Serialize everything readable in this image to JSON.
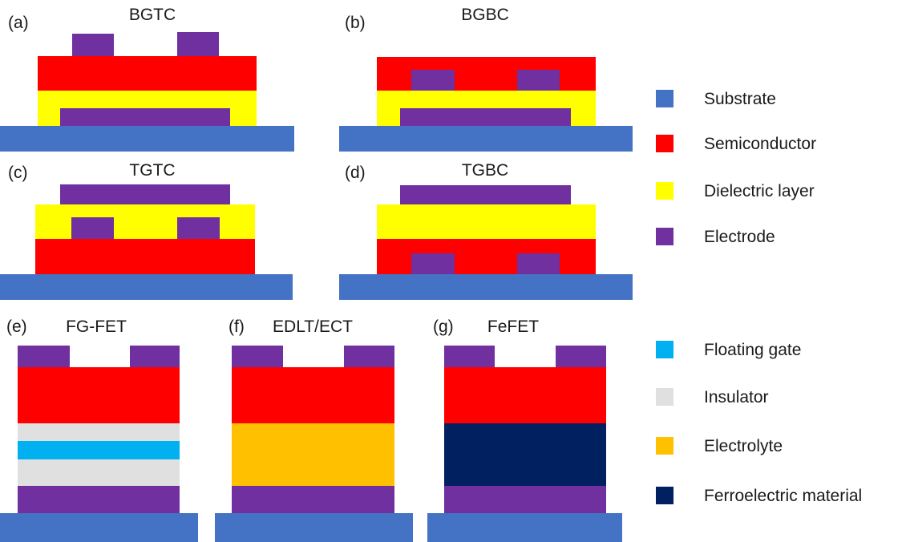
{
  "colors": {
    "substrate": "#4472C4",
    "semiconductor": "#FF0000",
    "dielectric": "#FFFF00",
    "electrode": "#7030A0",
    "floating_gate": "#00B0F0",
    "insulator": "#E0E0E0",
    "electrolyte": "#FFC000",
    "ferroelectric": "#002060"
  },
  "panels": {
    "a": {
      "label": "(a)",
      "title": "BGTC"
    },
    "b": {
      "label": "(b)",
      "title": "BGBC"
    },
    "c": {
      "label": "(c)",
      "title": "TGTC"
    },
    "d": {
      "label": "(d)",
      "title": "TGBC"
    },
    "e": {
      "label": "(e)",
      "title": "FG-FET"
    },
    "f": {
      "label": "(f)",
      "title": "EDLT/ECT"
    },
    "g": {
      "label": "(g)",
      "title": "FeFET"
    }
  },
  "legend_top": [
    {
      "key": "substrate",
      "label": "Substrate"
    },
    {
      "key": "semiconductor",
      "label": "Semiconductor"
    },
    {
      "key": "dielectric",
      "label": "Dielectric layer"
    },
    {
      "key": "electrode",
      "label": "Electrode"
    }
  ],
  "legend_bottom": [
    {
      "key": "floating_gate",
      "label": "Floating gate"
    },
    {
      "key": "insulator",
      "label": "Insulator"
    },
    {
      "key": "electrolyte",
      "label": "Electrolyte"
    },
    {
      "key": "ferroelectric",
      "label": "Ferroelectric material"
    }
  ]
}
